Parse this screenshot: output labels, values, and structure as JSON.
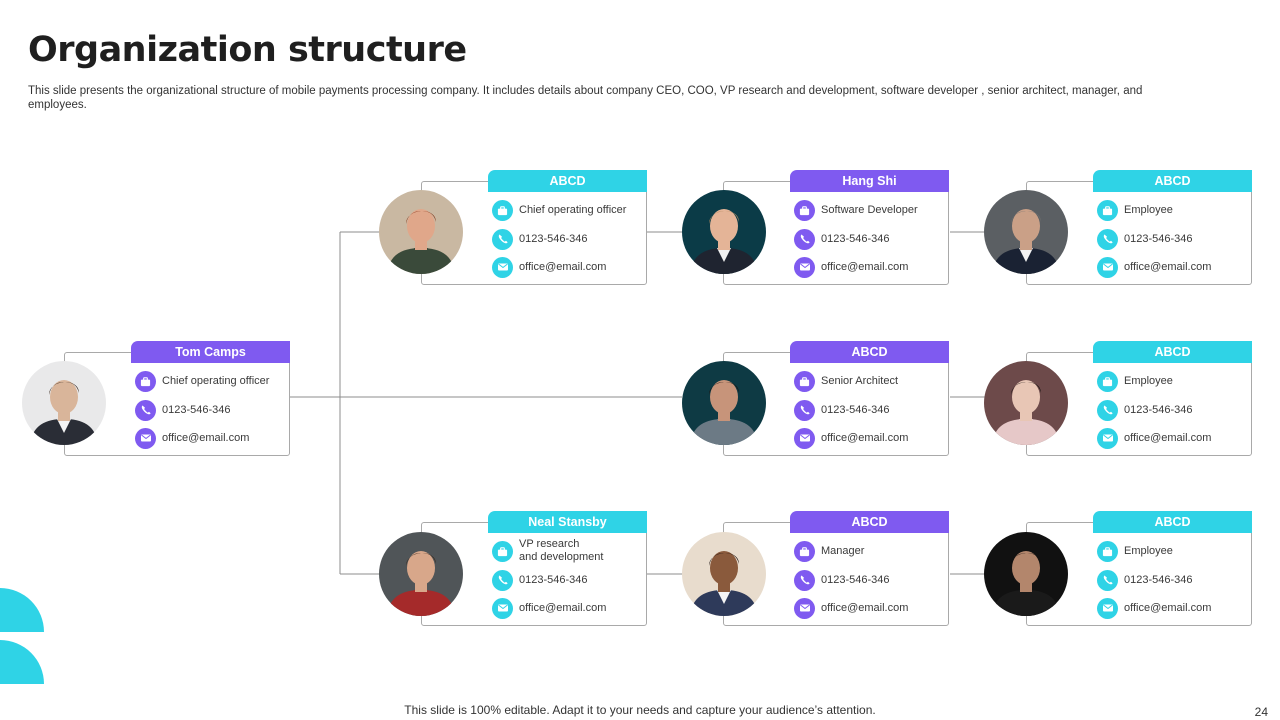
{
  "title": "Organization structure",
  "subtitle": "This slide presents the organizational structure of mobile payments processing company. It includes details about company CEO, COO, VP research and development, software developer , senior architect, manager, and employees.",
  "colors": {
    "purple": "#7f5af0",
    "cyan": "#2fd3e6",
    "border": "#a9a9a9",
    "line": "#8c8c8c"
  },
  "icons": {
    "role": "briefcase-icon",
    "phone": "phone-icon",
    "email": "envelope-icon"
  },
  "nodes": [
    {
      "name": "Tom Camps",
      "role": "Chief operating officer",
      "phone": "0123-546-346",
      "email": "office@email.com",
      "accent": "purple"
    },
    {
      "name": "ABCD",
      "role": "Chief operating officer",
      "phone": "0123-546-346",
      "email": "office@email.com",
      "accent": "cyan"
    },
    {
      "name": "Hang Shi",
      "role": "Software Developer",
      "phone": "0123-546-346",
      "email": "office@email.com",
      "accent": "purple"
    },
    {
      "name": "ABCD",
      "role": "Employee",
      "phone": "0123-546-346",
      "email": "office@email.com",
      "accent": "cyan"
    },
    {
      "name": "ABCD",
      "role": "Senior Architect",
      "phone": "0123-546-346",
      "email": "office@email.com",
      "accent": "purple"
    },
    {
      "name": "ABCD",
      "role": "Employee",
      "phone": "0123-546-346",
      "email": "office@email.com",
      "accent": "cyan"
    },
    {
      "name": "Neal Stansby",
      "role": "VP research\nand development",
      "phone": "0123-546-346",
      "email": "office@email.com",
      "accent": "cyan"
    },
    {
      "name": "ABCD",
      "role": "Manager",
      "phone": "0123-546-346",
      "email": "office@email.com",
      "accent": "purple"
    },
    {
      "name": "ABCD",
      "role": "Employee",
      "phone": "0123-546-346",
      "email": "office@email.com",
      "accent": "cyan"
    }
  ],
  "footer": "This slide is 100% editable. Adapt it to your needs and capture your audience’s attention.",
  "page_number": "24"
}
